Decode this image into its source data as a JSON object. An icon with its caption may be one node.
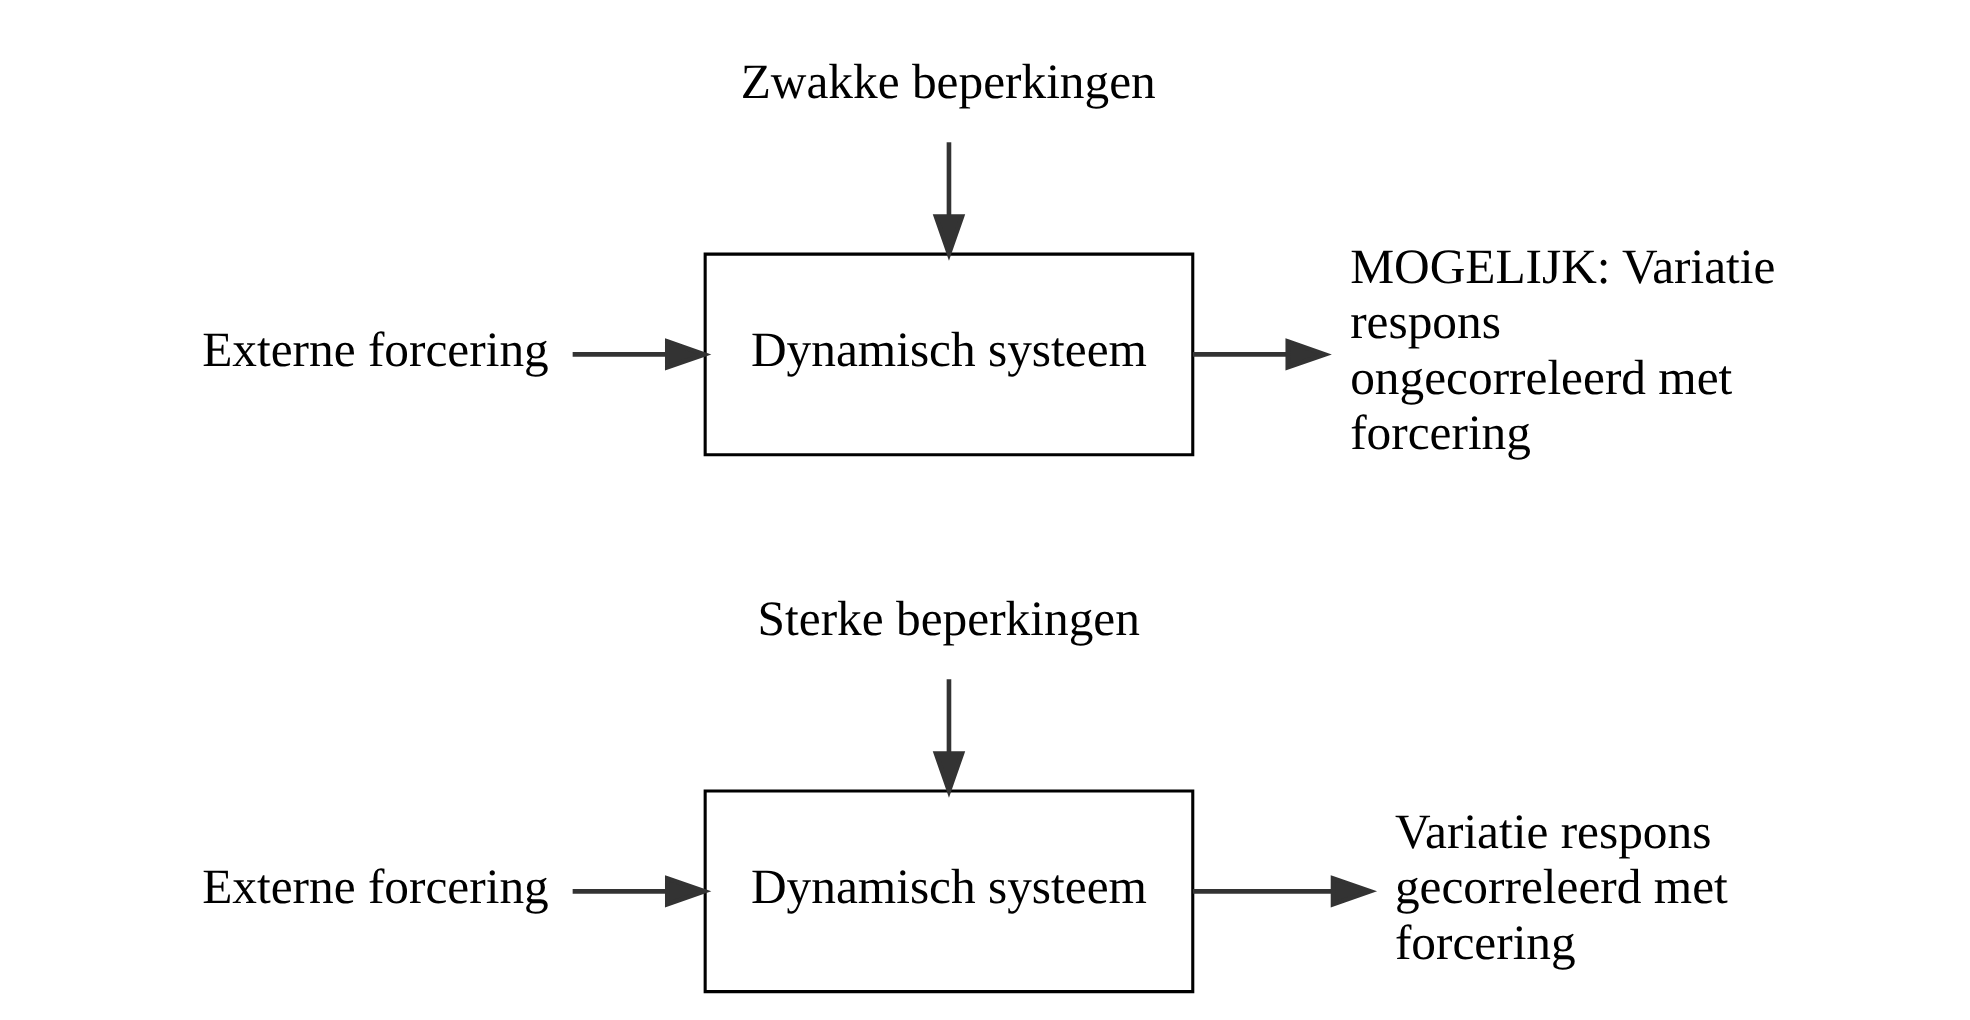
{
  "diagram": {
    "nodes": [
      {
        "text": [
          "Externe forcering"
        ]
      },
      {
        "text": [
          "Dynamisch systeem"
        ]
      },
      {
        "text": [
          "Variatie respons gecorreleerd met forcering"
        ]
      },
      {
        "text": [
          "Sterke beperkingen"
        ]
      },
      {
        "text": [
          "Externe forcering"
        ]
      },
      {
        "text": [
          "Dynamisch systeem"
        ]
      },
      {
        "text": [
          "MOGELIJK: Variatie respons ongecorreleerd met forcering"
        ]
      },
      {
        "text": [
          "Zwakke beperkingen"
        ]
      }
    ],
    "edges": [
      {
        "from": 0,
        "to": 1,
        "arrow": "to"
      },
      {
        "from": 1,
        "to": 2,
        "arrow": "to"
      },
      {
        "from": 3,
        "to": 1,
        "arrow": "to"
      },
      {
        "from": 4,
        "to": 5,
        "arrow": "to"
      },
      {
        "from": 5,
        "to": 6,
        "arrow": "to"
      },
      {
        "from": 7,
        "to": 5,
        "arrow": "to"
      }
    ]
  }
}
